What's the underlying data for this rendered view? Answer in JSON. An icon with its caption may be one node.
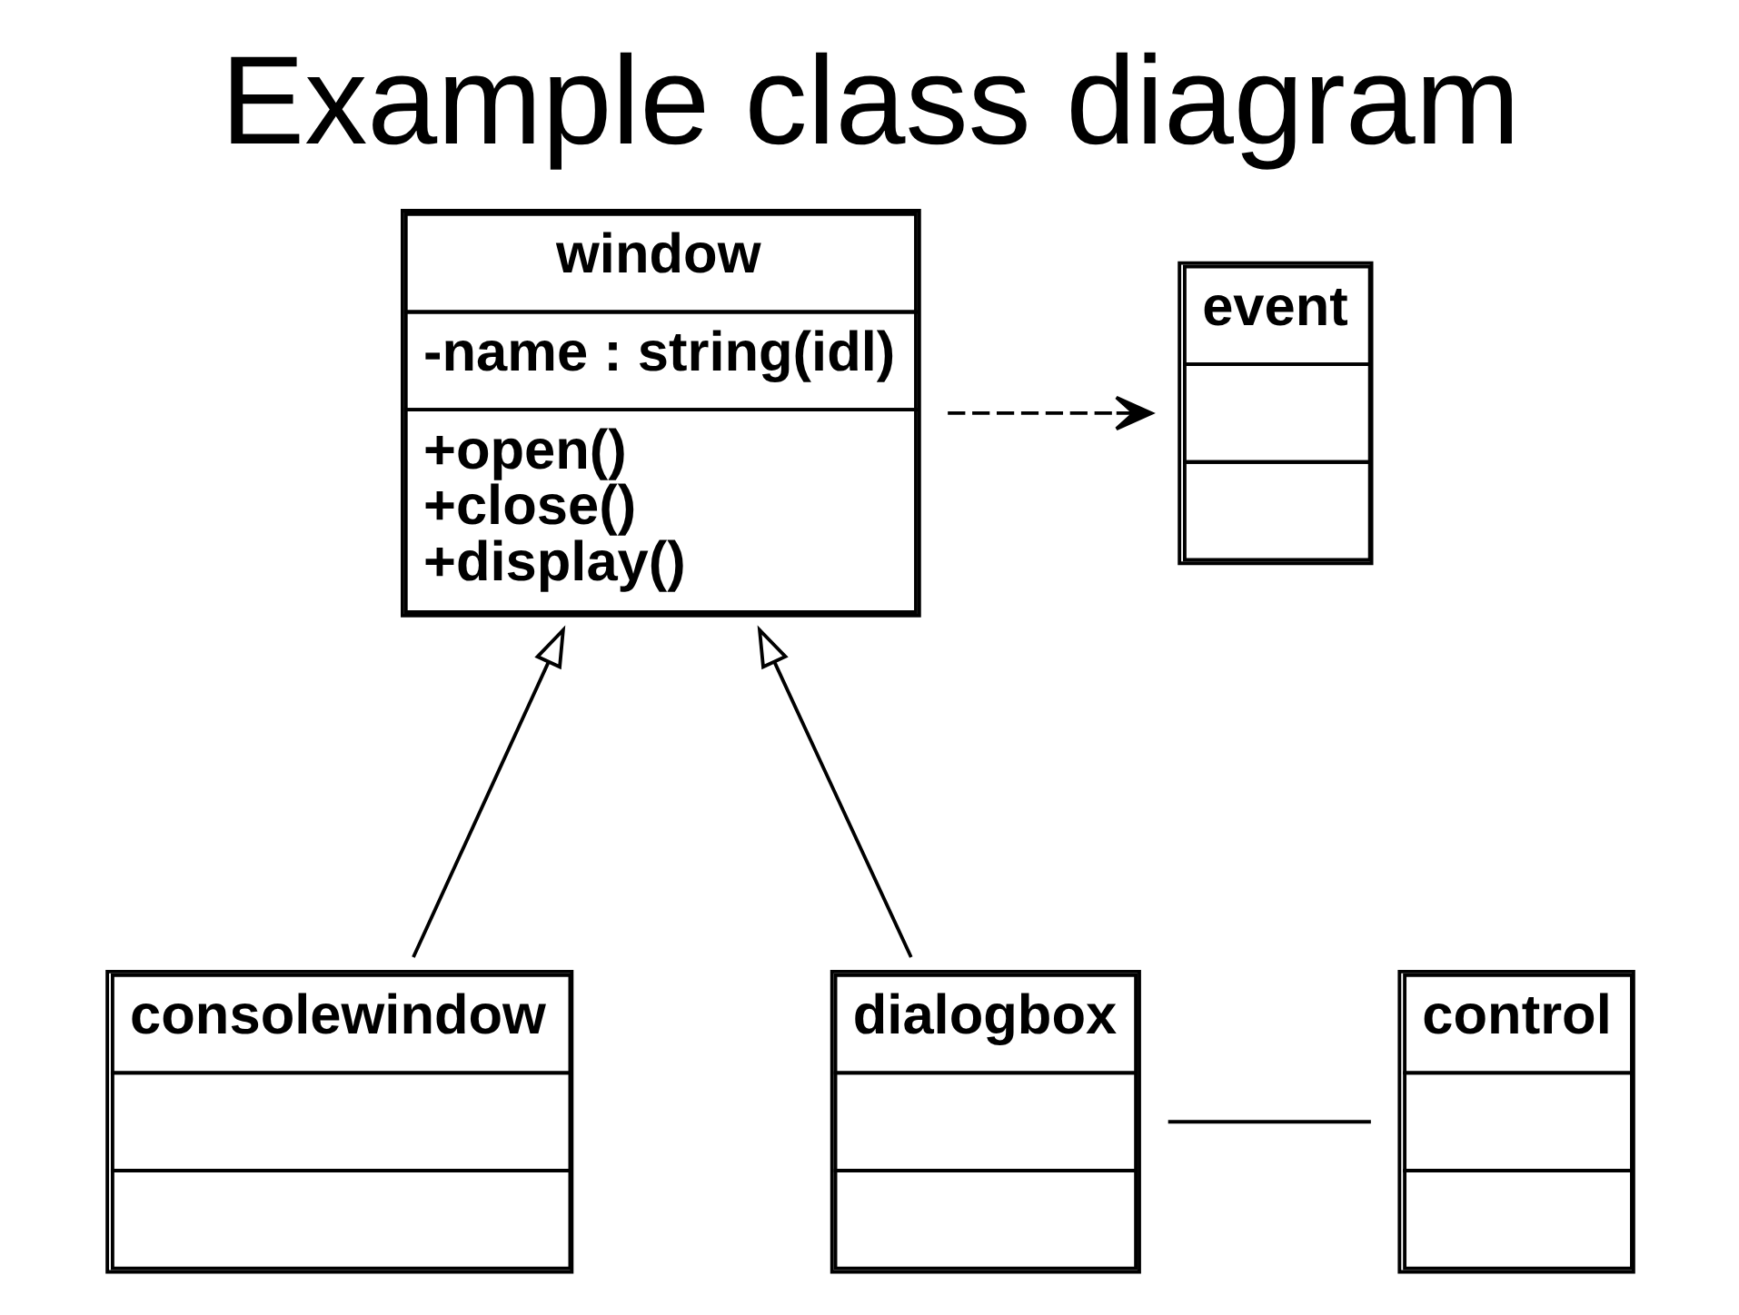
{
  "diagram": {
    "title": "Example class diagram",
    "nodes": [
      {
        "text": [
          "window",
          "-name : string(idl)",
          "+open()",
          "+close()",
          "+display()"
        ]
      },
      {
        "text": [
          "event"
        ]
      },
      {
        "text": [
          "consolewindow"
        ]
      },
      {
        "text": [
          "dialogbox"
        ]
      },
      {
        "text": [
          "control"
        ]
      }
    ],
    "edges": [
      {
        "from": 0,
        "to": 1,
        "arrow": "to",
        "style": "dashed"
      },
      {
        "from": 2,
        "to": 0,
        "arrow": "to"
      },
      {
        "from": 3,
        "to": 0,
        "arrow": "to"
      },
      {
        "from": 3,
        "to": 4,
        "arrow": "none"
      }
    ]
  }
}
